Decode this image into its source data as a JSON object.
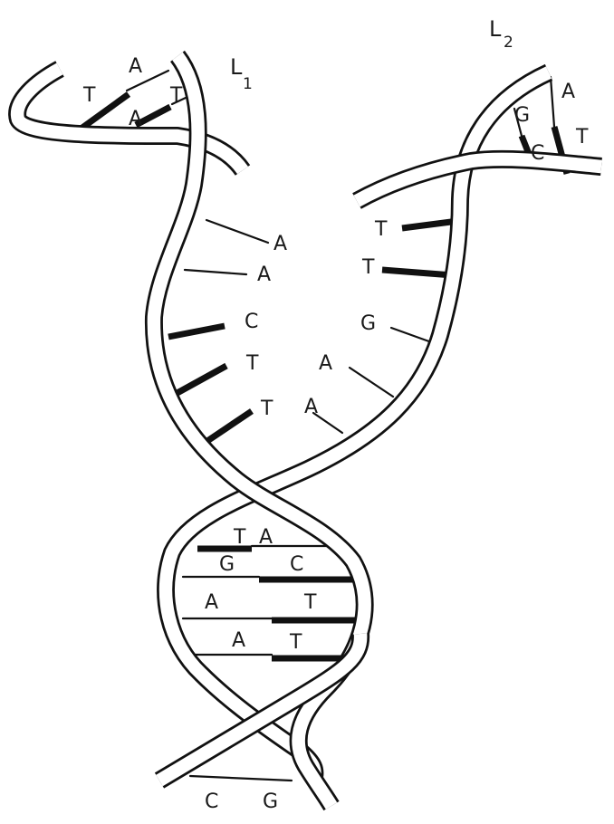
{
  "strand_labels": {
    "l1": {
      "letter": "L",
      "sub": "1"
    },
    "l2": {
      "letter": "L",
      "sub": "2"
    }
  },
  "top_left_pairs": [
    {
      "left": "T",
      "right": "A"
    },
    {
      "left": "A",
      "right": "T"
    }
  ],
  "top_right_pairs": [
    {
      "left": "G",
      "right": "A"
    },
    {
      "left": "C",
      "right": "T"
    }
  ],
  "left_unpaired_bases": [
    "A",
    "A",
    "C",
    "T",
    "T"
  ],
  "right_unpaired_bases": [
    "T",
    "T",
    "G",
    "A",
    "A"
  ],
  "lower_pairs": [
    {
      "left": "T",
      "right": "A"
    },
    {
      "left": "G",
      "right": "C"
    },
    {
      "left": "A",
      "right": "T"
    },
    {
      "left": "A",
      "right": "T"
    }
  ],
  "bottom_pair": {
    "left": "C",
    "right": "G"
  }
}
